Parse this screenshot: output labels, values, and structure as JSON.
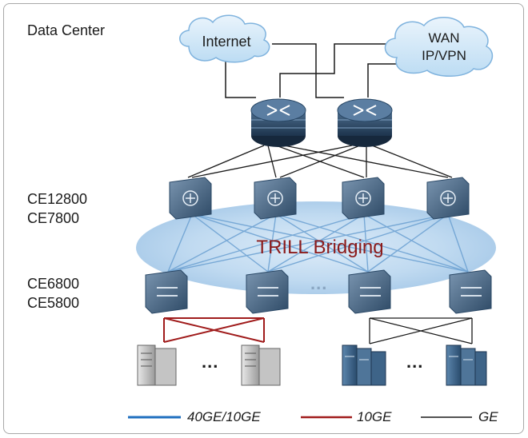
{
  "title": "Data Center",
  "clouds": {
    "internet": "Internet",
    "wan_line1": "WAN",
    "wan_line2": "IP/VPN"
  },
  "layers": {
    "core_line1": "CE12800",
    "core_line2": "CE7800",
    "access_line1": "CE6800",
    "access_line2": "CE5800"
  },
  "overlay_label": "TRILL Bridging",
  "ellipsis": "...",
  "server_ellipsis": "...",
  "legend": [
    {
      "label": "40GE/10GE",
      "color": "#1f6fbf"
    },
    {
      "label": "10GE",
      "color": "#a01c1c"
    },
    {
      "label": "GE",
      "color": "#1a1a1a"
    }
  ]
}
